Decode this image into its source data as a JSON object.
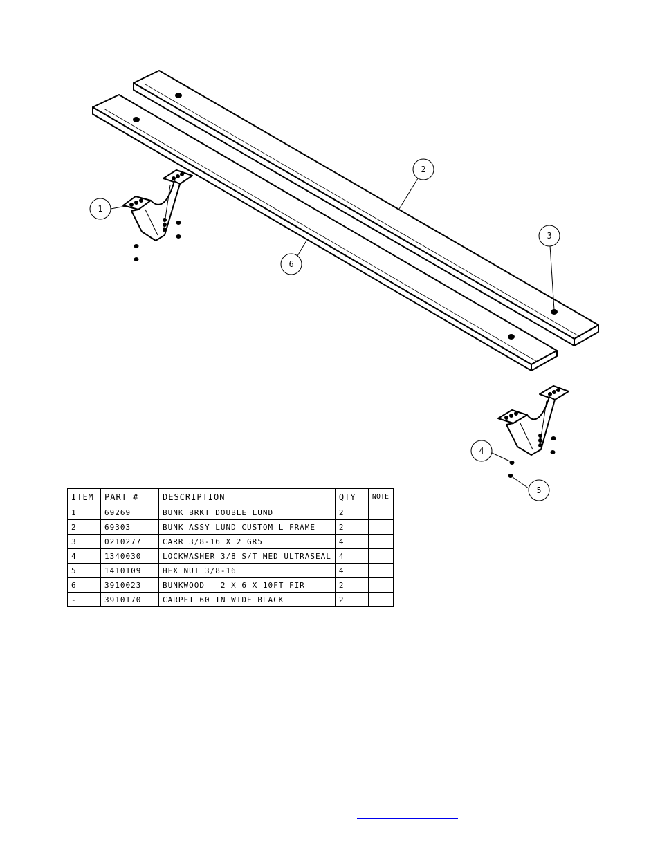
{
  "balloons": [
    "1",
    "2",
    "3",
    "4",
    "5",
    "6"
  ],
  "bom": {
    "headers": {
      "item": "ITEM",
      "part": "PART #",
      "description": "DESCRIPTION",
      "qty": "QTY",
      "note": "NOTE"
    },
    "rows": [
      {
        "item": "1",
        "part": "69269",
        "description": "BUNK BRKT DOUBLE LUND",
        "qty": "2",
        "note": ""
      },
      {
        "item": "2",
        "part": "69303",
        "description": "BUNK ASSY LUND CUSTOM L FRAME",
        "qty": "2",
        "note": ""
      },
      {
        "item": "3",
        "part": "0210277",
        "description": "CARR 3/8-16 X 2 GR5",
        "qty": "4",
        "note": ""
      },
      {
        "item": "4",
        "part": "1340030",
        "description": "LOCKWASHER 3/8 S/T MED ULTRASEAL",
        "qty": "4",
        "note": ""
      },
      {
        "item": "5",
        "part": "1410109",
        "description": "HEX NUT 3/8-16",
        "qty": "4",
        "note": ""
      },
      {
        "item": "6",
        "part": "3910023",
        "description": "BUNKWOOD   2 X 6 X 10FT FIR",
        "qty": "2",
        "note": ""
      },
      {
        "item": "-",
        "part": "3910170",
        "description": "CARPET 60 IN WIDE BLACK",
        "qty": "2",
        "note": ""
      }
    ]
  }
}
